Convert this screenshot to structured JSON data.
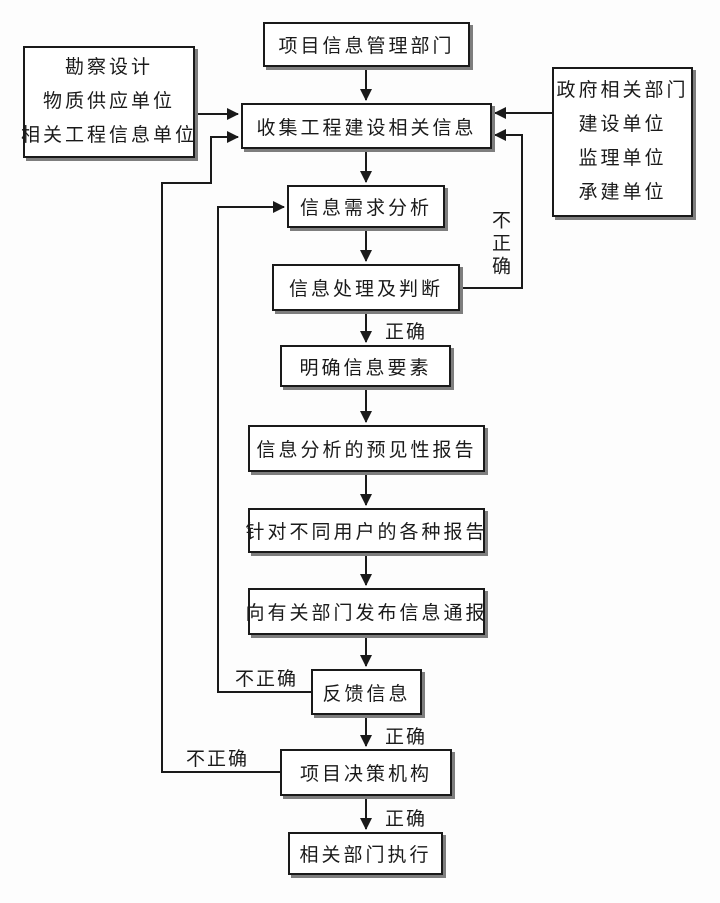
{
  "diagram": {
    "title_hint": "项目信息管理流程图",
    "nodes": {
      "project_info_dept": "项目信息管理部门",
      "left_sources": [
        "勘察设计",
        "物质供应单位",
        "相关工程信息单位"
      ],
      "right_sources": [
        "政府相关部门",
        "建设单位",
        "监理单位",
        "承建单位"
      ],
      "collect": "收集工程建设相关信息",
      "demand_analysis": "信息需求分析",
      "processing": "信息处理及判断",
      "clarify_elements": "明确信息要素",
      "forecast_report": "信息分析的预见性报告",
      "user_reports": "针对不同用户的各种报告",
      "publish_bulletin": "向有关部门发布信息通报",
      "feedback": "反馈信息",
      "decision_body": "项目决策机构",
      "execute": "相关部门执行"
    },
    "labels": {
      "correct": "正确",
      "incorrect": "不正确"
    },
    "colors": {
      "line": "#1a1a1a",
      "box_fill": "#ffffff",
      "box_border": "#1a1a1a",
      "shadow": "#7e7e7e",
      "background": "#fdfdfd",
      "text": "#1a1a1a"
    }
  }
}
